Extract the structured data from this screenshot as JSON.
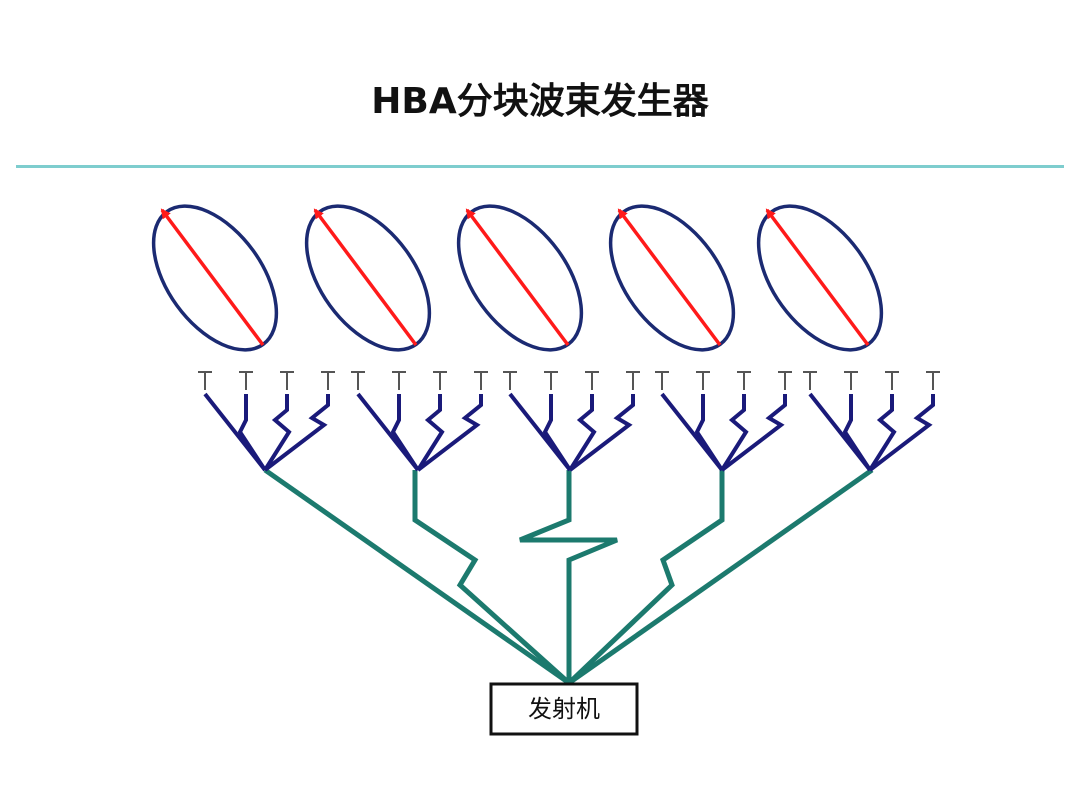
{
  "title": "HBA分块波束发生器",
  "transmitter_label": "发射机",
  "colors": {
    "ellipse": "#1b2a72",
    "arrow": "#ff1a1a",
    "subarray_feed": "#1a1a7a",
    "main_feed": "#1c7a6e",
    "element": "#555555",
    "divider": "#7ecdce"
  },
  "subarray_count": 5,
  "elements_per_subarray": 4
}
